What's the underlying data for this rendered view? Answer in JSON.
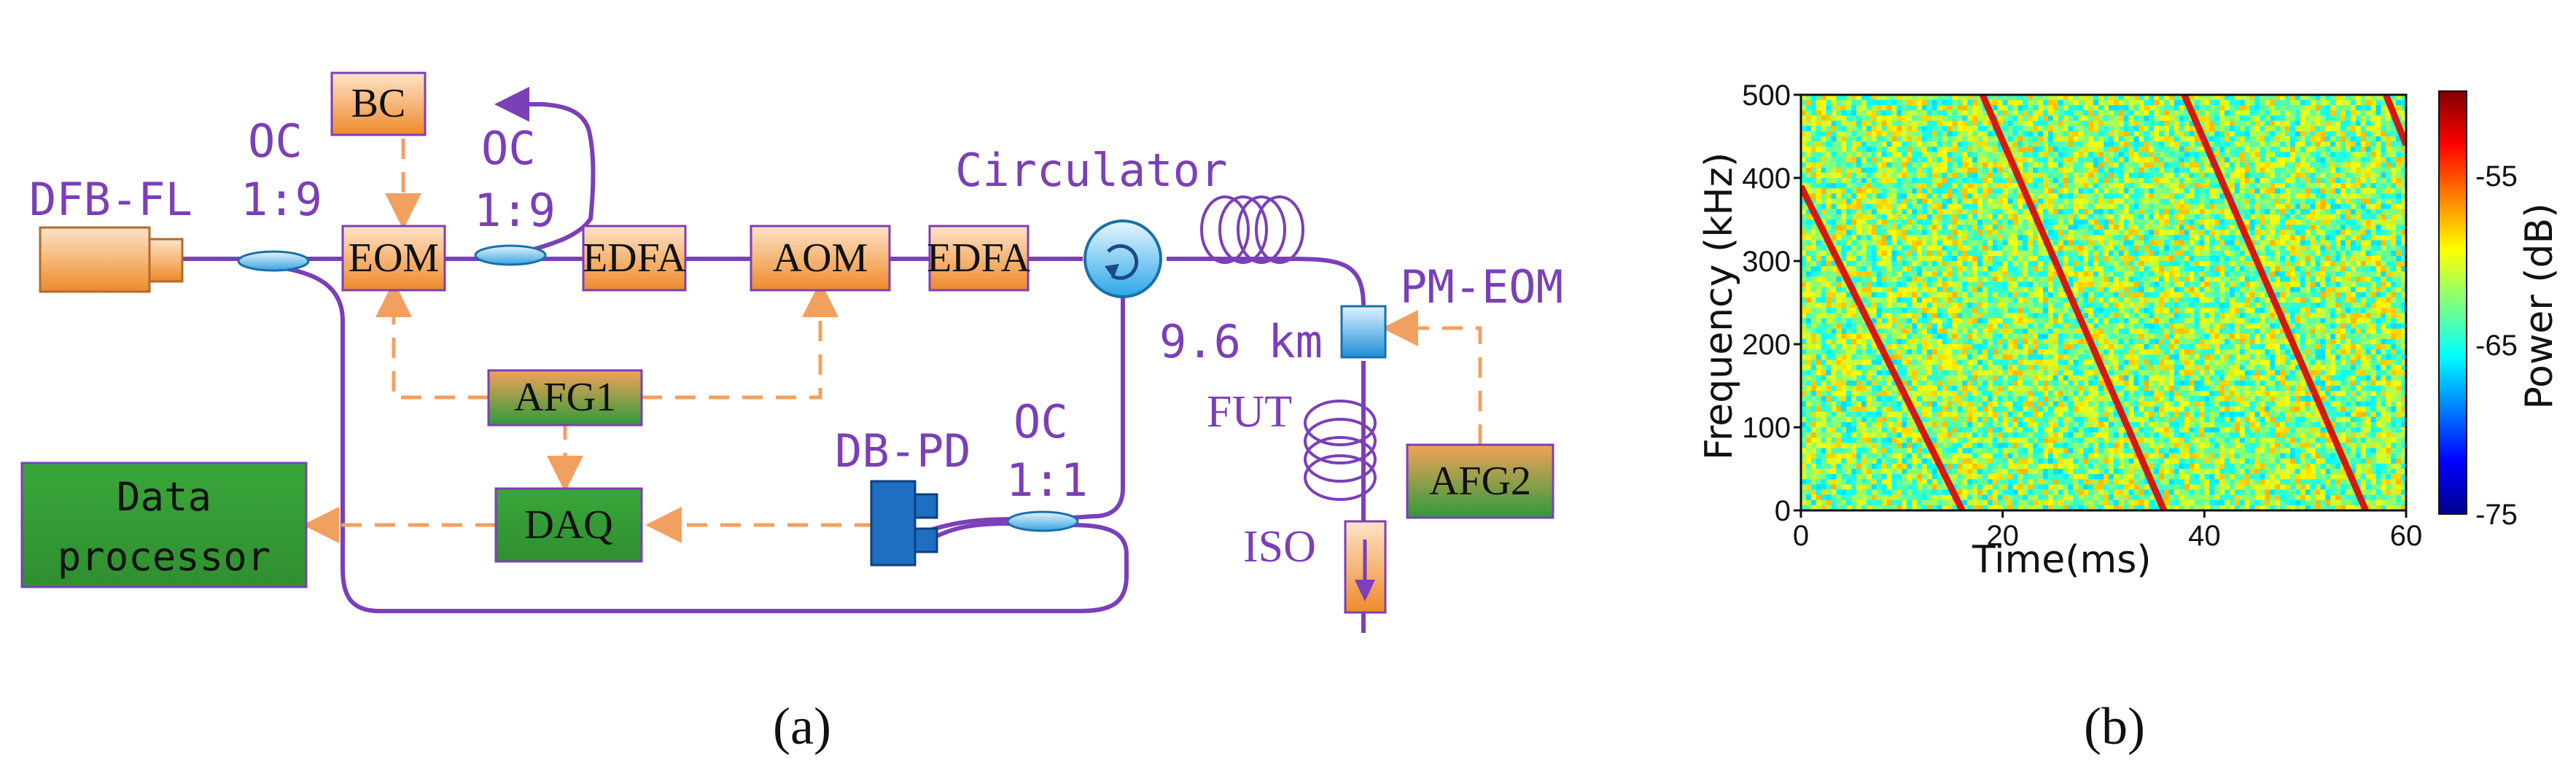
{
  "panel_a": {
    "caption": "(a)",
    "labels": {
      "laser": "DFB-FL",
      "oc_left": "OC",
      "oc_left_ratio": "1:9",
      "oc_mid": "OC",
      "oc_mid_ratio": "1:9",
      "circulator": "Circulator",
      "fiber_length": "9.6 km",
      "fut": "FUT",
      "pm_eom": "PM-EOM",
      "db_pd": "DB-PD",
      "oc_right": "OC",
      "oc_right_ratio": "1:1",
      "iso": "ISO"
    },
    "boxes": {
      "bc": "BC",
      "eom": "EOM",
      "edfa1": "EDFA",
      "aom": "AOM",
      "edfa2": "EDFA",
      "afg1": "AFG1",
      "daq": "DAQ",
      "afg2": "AFG2",
      "data_processor_line1": "Data",
      "data_processor_line2": "processor"
    },
    "colors": {
      "fiber": "#7b3fb8",
      "electrical": "#f2a060",
      "optical_box": "#f0a050",
      "electronic_box": "#3a9a3a"
    }
  },
  "panel_b": {
    "caption": "(b)",
    "colorbar": {
      "label": "Power (dB)",
      "ticks": [
        "-55",
        "-65",
        "-75"
      ]
    },
    "chart_data": {
      "type": "heatmap",
      "xlabel": "Time(ms)",
      "ylabel": "Frequency (kHz)",
      "xlim": [
        0,
        60
      ],
      "ylim": [
        0,
        500
      ],
      "xticks": [
        "0",
        "20",
        "40",
        "60"
      ],
      "yticks": [
        "0",
        "100",
        "200",
        "300",
        "400",
        "500"
      ],
      "clim": [
        -75,
        -50
      ],
      "colormap": "jet",
      "background_level_db": -62,
      "sweep_traces": [
        {
          "x": [
            0,
            16
          ],
          "y": [
            390,
            0
          ]
        },
        {
          "x": [
            18,
            36
          ],
          "y": [
            500,
            0
          ]
        },
        {
          "x": [
            38,
            56
          ],
          "y": [
            500,
            0
          ]
        },
        {
          "x": [
            58,
            60
          ],
          "y": [
            500,
            440
          ]
        }
      ]
    }
  }
}
